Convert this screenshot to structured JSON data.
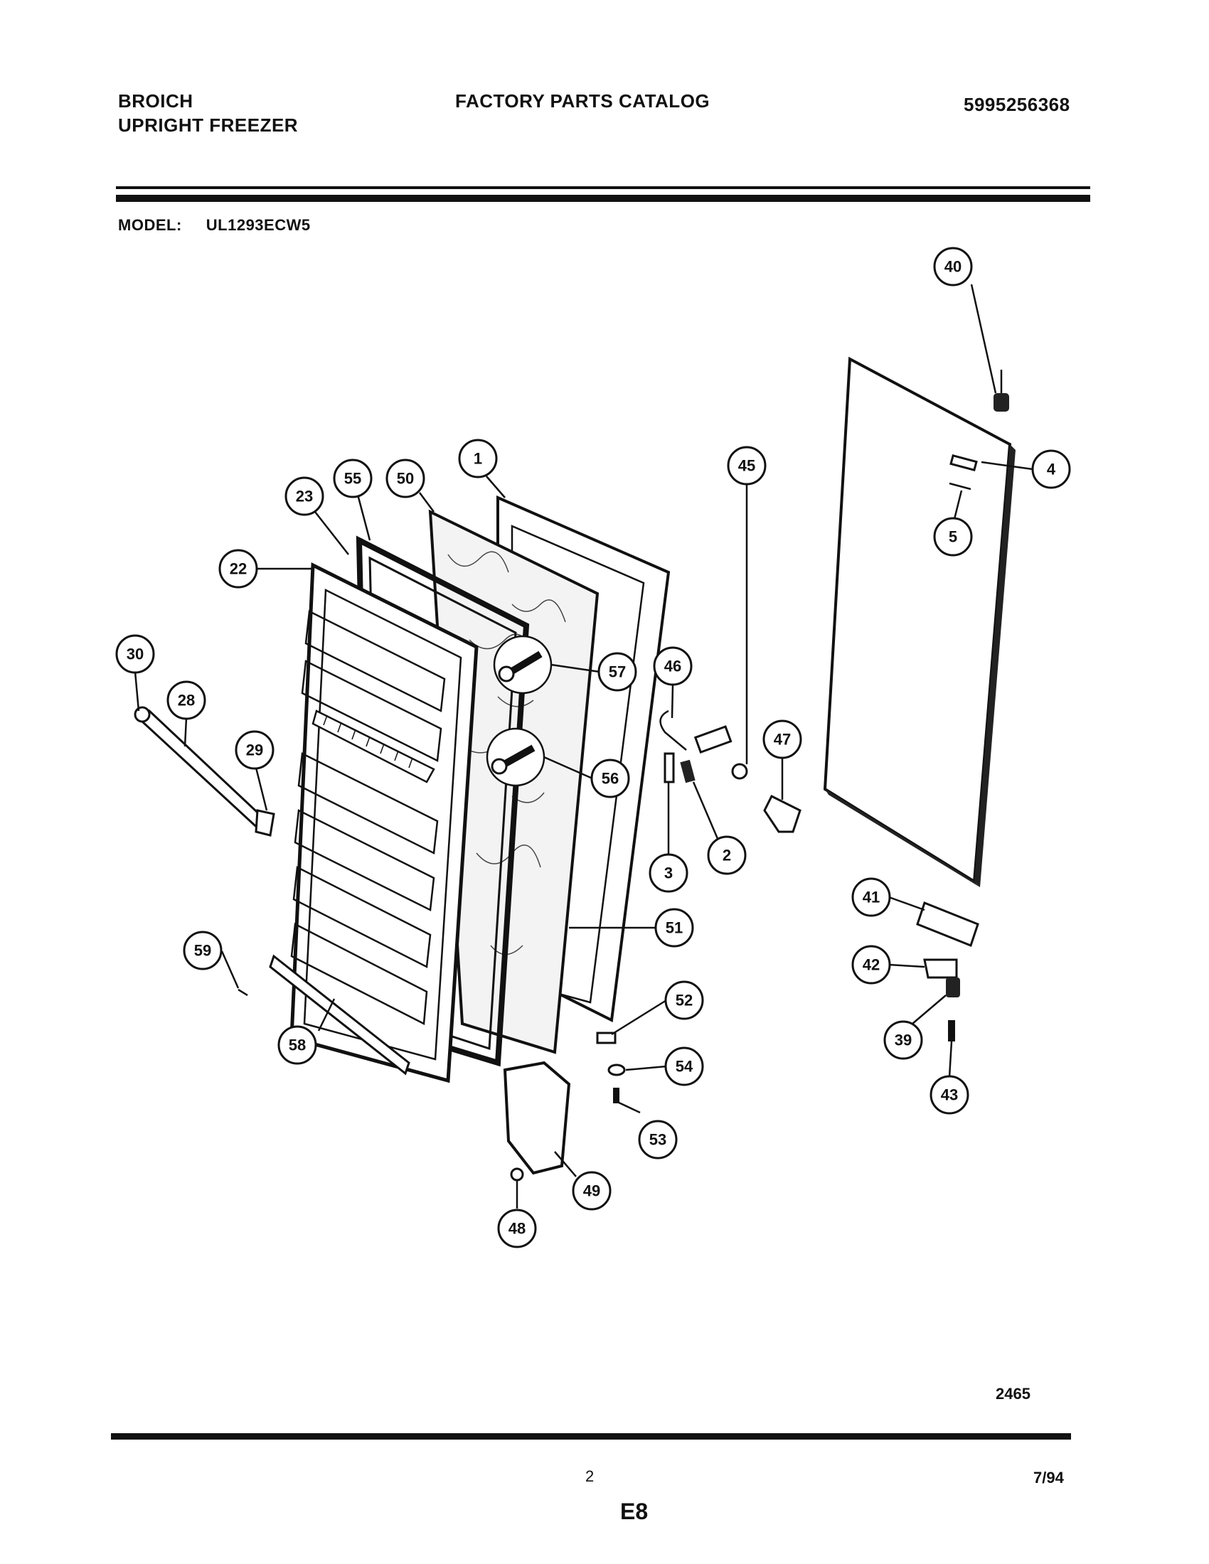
{
  "header": {
    "brand_line1": "BROICH",
    "brand_line2": "UPRIGHT FREEZER",
    "catalog_title": "FACTORY PARTS CATALOG",
    "catalog_number": "5995256368",
    "model_label": "MODEL:",
    "model_value": "UL1293ECW5"
  },
  "diagram": {
    "callouts": [
      "40",
      "4",
      "5",
      "1",
      "55",
      "50",
      "23",
      "22",
      "57",
      "46",
      "45",
      "47",
      "30",
      "28",
      "29",
      "56",
      "3",
      "2",
      "41",
      "42",
      "39",
      "43",
      "51",
      "59",
      "52",
      "58",
      "54",
      "53",
      "49",
      "48"
    ]
  },
  "footer": {
    "diagram_number": "2465",
    "page_number": "2",
    "date": "7/94",
    "section_code": "E8"
  }
}
